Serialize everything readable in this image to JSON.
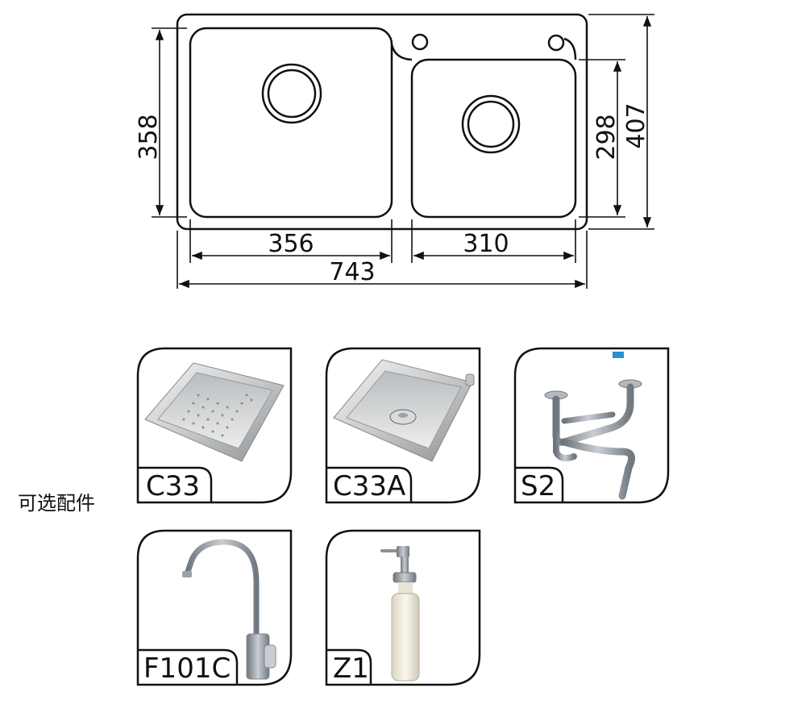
{
  "drawing": {
    "dimensions": {
      "left_bowl_depth": "358",
      "right_bowl_depth": "298",
      "overall_depth": "407",
      "left_bowl_width": "356",
      "right_bowl_width": "310",
      "overall_width": "743"
    }
  },
  "accessories": {
    "section_label": "可选配件",
    "items": [
      {
        "code": "C33",
        "icon": "colander-basket-icon"
      },
      {
        "code": "C33A",
        "icon": "drain-basket-icon"
      },
      {
        "code": "S2",
        "icon": "drain-pipe-kit-icon"
      },
      {
        "code": "F101C",
        "icon": "faucet-icon"
      },
      {
        "code": "Z1",
        "icon": "soap-dispenser-icon"
      }
    ]
  }
}
